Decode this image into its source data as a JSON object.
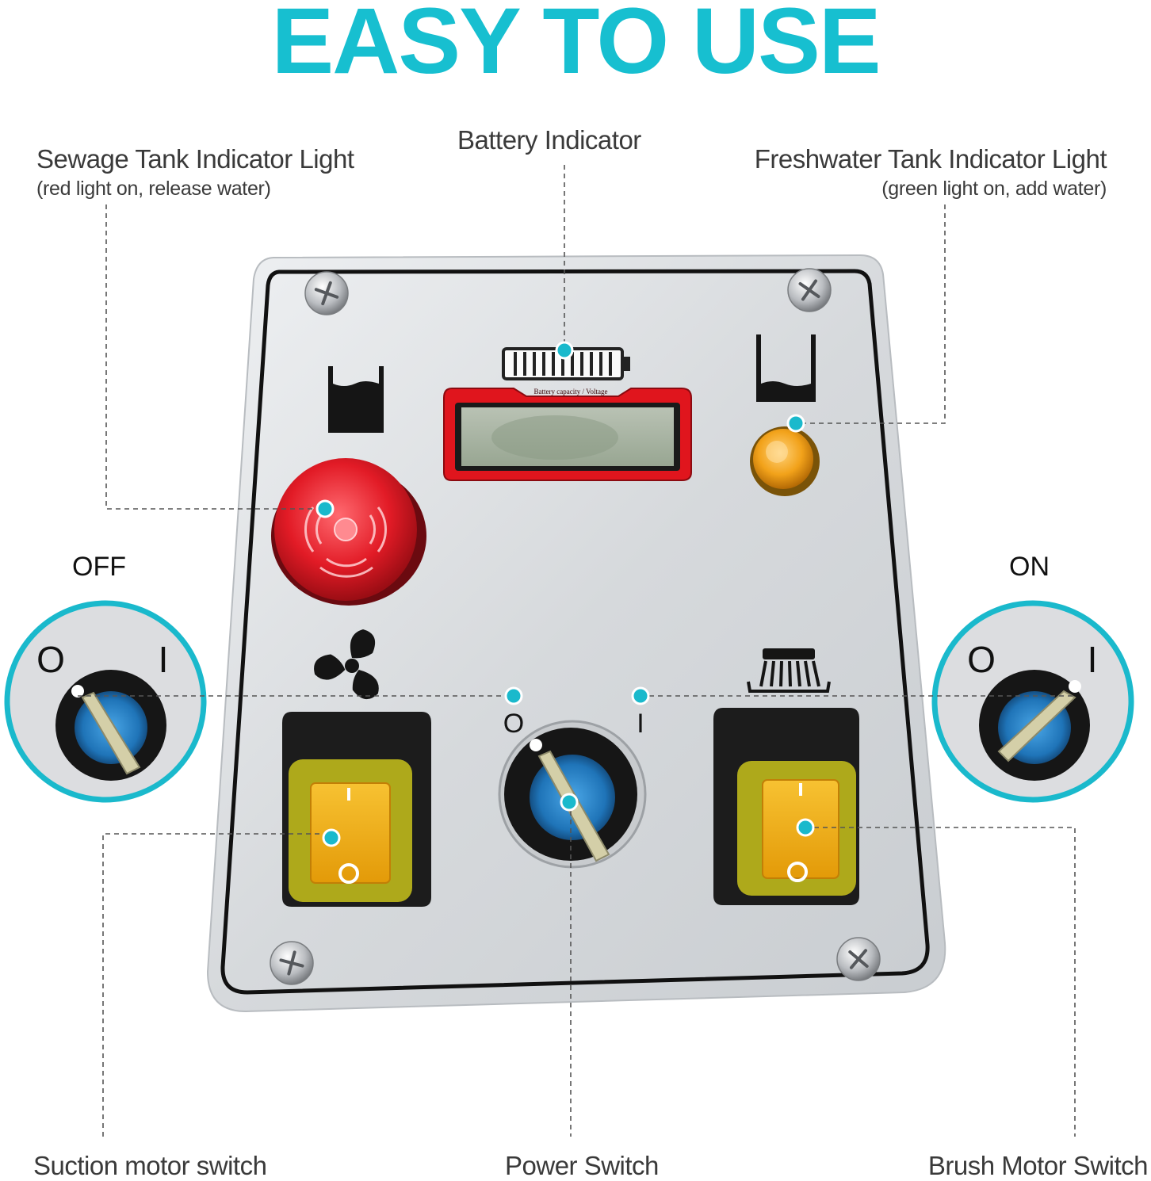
{
  "headline": "EASY TO USE",
  "labels": {
    "battery_indicator": "Battery Indicator",
    "sewage_tank": {
      "title": "Sewage Tank Indicator Light",
      "note": "(red light on, release water)"
    },
    "freshwater_tank": {
      "title": "Freshwater Tank Indicator Light",
      "note": "(green light on, add water)"
    },
    "off_state": "OFF",
    "on_state": "ON",
    "suction_motor_switch": "Suction motor switch",
    "power_switch": "Power Switch",
    "brush_motor_switch": "Brush Motor Switch"
  },
  "panel": {
    "display_caption": "Battery capacity / Voltage",
    "switch_marks": {
      "off": "O",
      "on": "I"
    }
  },
  "colors": {
    "accent": "#17bfd0",
    "callout_dot": "#1ab9cc",
    "panel": "#d9dcdf",
    "sewage_light": "#e0202a",
    "freshwater_light": "#f2a21a",
    "rocker_yellow": "#f1b214",
    "knob_blue": "#1f74b8"
  },
  "icons": {
    "sewage_tank": "tank-full-icon",
    "freshwater_tank": "tank-low-icon",
    "battery": "battery-icon",
    "suction_motor": "fan-icon",
    "brush_motor": "brush-icon"
  }
}
